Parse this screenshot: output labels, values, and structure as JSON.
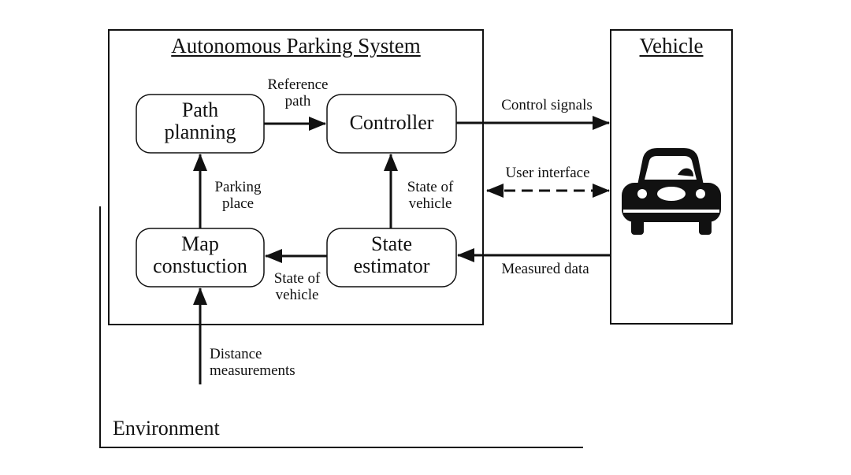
{
  "system": {
    "title": "Autonomous Parking System"
  },
  "vehicle": {
    "title": "Vehicle",
    "icon": "car-icon"
  },
  "blocks": {
    "path_planning": [
      "Path",
      "planning"
    ],
    "controller": "Controller",
    "map_construction": [
      "Map",
      "constuction"
    ],
    "state_estimator": [
      "State",
      "estimator"
    ]
  },
  "edges": {
    "reference_path": [
      "Reference",
      "path"
    ],
    "parking_place": [
      "Parking",
      "place"
    ],
    "state_of_vehicle_up": [
      "State of",
      "vehicle"
    ],
    "state_of_vehicle_left": [
      "State of",
      "vehicle"
    ],
    "control_signals": "Control signals",
    "user_interface": "User interface",
    "measured_data": "Measured data",
    "distance_measurements": [
      "Distance",
      "measurements"
    ]
  },
  "environment": {
    "label": "Environment"
  }
}
